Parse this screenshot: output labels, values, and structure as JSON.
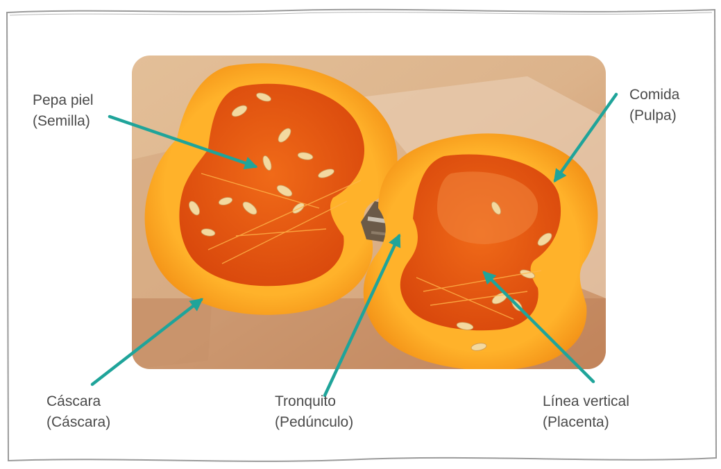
{
  "colors": {
    "arrow": "#1fa49a",
    "frame": "#9a9a9a",
    "label_text": "#4a4a4a",
    "background_tan": "#d9b28b",
    "pumpkin_rind": "#f59d16",
    "pumpkin_flesh": "#ffb624",
    "pumpkin_cavity": "#e9560f",
    "seed": "#f3d9a0",
    "stem": "#6b5a48"
  },
  "labels": {
    "seed": {
      "line1": "Pepa piel",
      "line2": "(Semilla)"
    },
    "pulp": {
      "line1": "Comida",
      "line2": "(Pulpa)"
    },
    "rind": {
      "line1": "Cáscara",
      "line2": "(Cáscara)"
    },
    "stem": {
      "line1": "Tronquito",
      "line2": "(Pedúnculo)"
    },
    "placenta": {
      "line1": "Línea vertical",
      "line2": "(Placenta)"
    }
  },
  "photo": {
    "subject": "pumpkin cut in half"
  }
}
